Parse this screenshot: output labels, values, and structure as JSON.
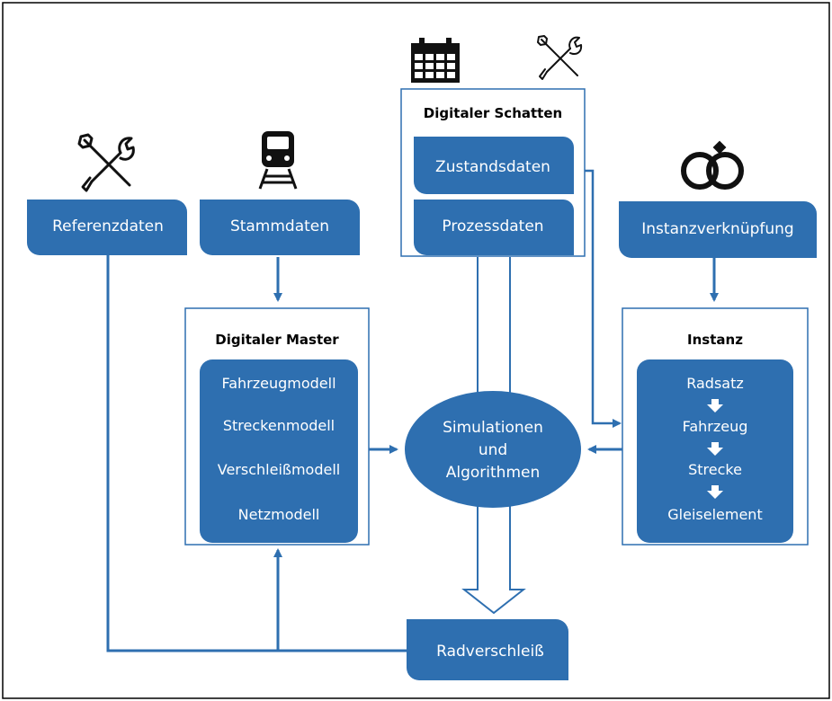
{
  "colors": {
    "box_fill": "#2e6fb0",
    "line": "#2e6fb0",
    "frame": "#000000",
    "icon": "#111111"
  },
  "icons": {
    "referenzdaten": "tools-icon",
    "stammdaten": "train-icon",
    "schatten_calendar": "calendar-icon",
    "schatten_tools": "tools-icon",
    "instanzverknuepfung": "rings-icon"
  },
  "boxes": {
    "referenzdaten": "Referenzdaten",
    "stammdaten": "Stammdaten",
    "instanzverknuepfung": "Instanzverknüpfung",
    "radverschleiss": "Radverschleiß"
  },
  "digitaler_schatten": {
    "title": "Digitaler Schatten",
    "items": [
      "Zustandsdaten",
      "Prozessdaten"
    ]
  },
  "digitaler_master": {
    "title": "Digitaler Master",
    "items": [
      "Fahrzeugmodell",
      "Streckenmodell",
      "Verschleißmodell",
      "Netzmodell"
    ]
  },
  "instanz": {
    "title": "Instanz",
    "items": [
      "Radsatz",
      "Fahrzeug",
      "Strecke",
      "Gleiselement"
    ]
  },
  "simulation": {
    "lines": [
      "Simulationen",
      "und",
      "Algorithmen"
    ]
  }
}
